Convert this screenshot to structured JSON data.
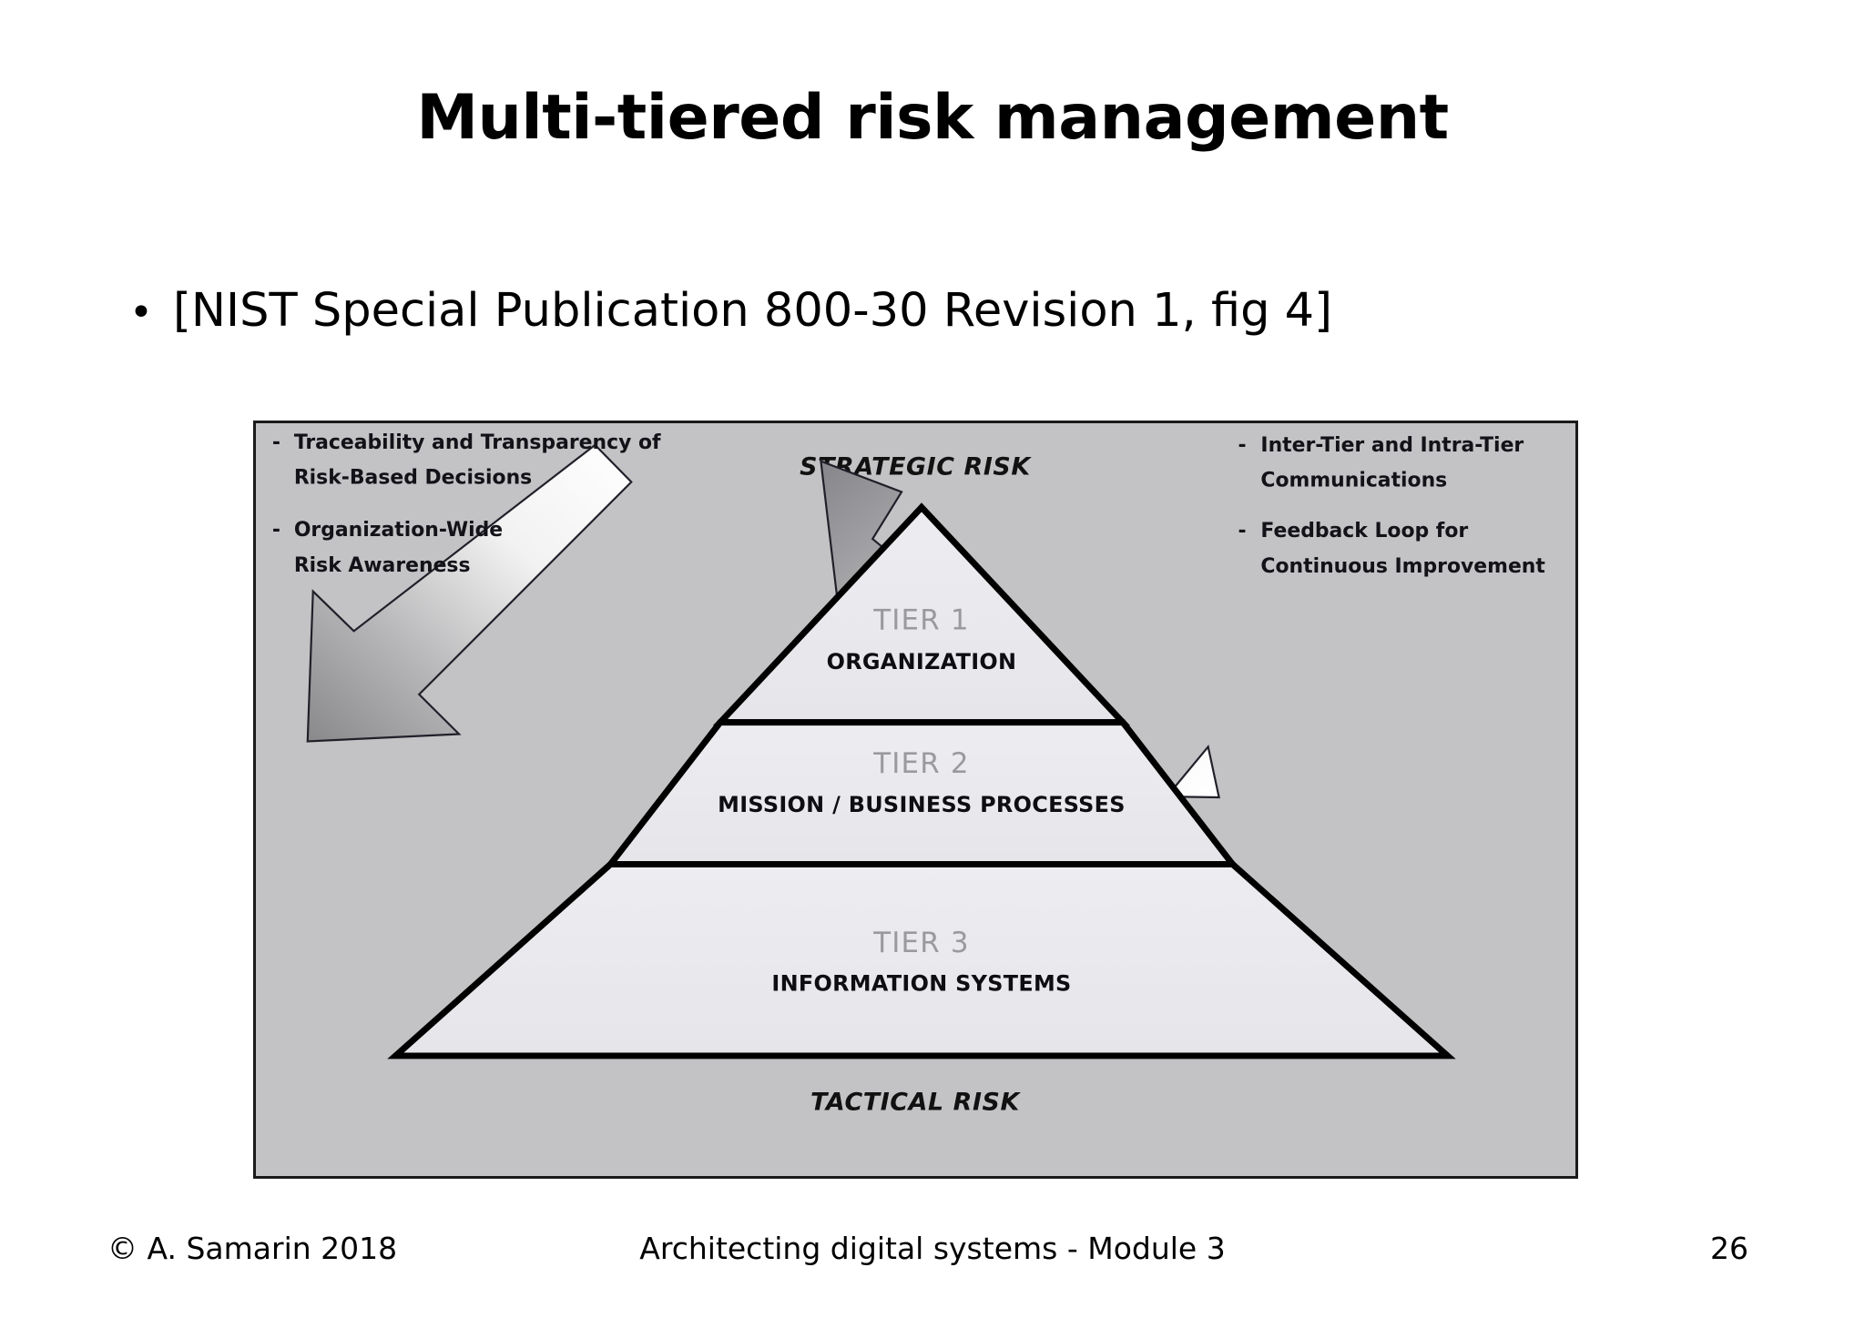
{
  "slide": {
    "title": "Multi-tiered risk management",
    "bullet_marker": "•",
    "bullet_text": "[NIST Special Publication 800-30 Revision 1, fig 4]"
  },
  "figure": {
    "top_label": "STRATEGIC RISK",
    "bottom_label": "TACTICAL RISK",
    "tiers": [
      {
        "tier": "TIER 1",
        "name": "ORGANIZATION"
      },
      {
        "tier": "TIER 2",
        "name": "MISSION / BUSINESS PROCESSES"
      },
      {
        "tier": "TIER 3",
        "name": "INFORMATION SYSTEMS"
      }
    ],
    "left_notes": [
      {
        "dash": "-",
        "line1": "Traceability and Transparency of",
        "line2": "Risk-Based Decisions"
      },
      {
        "dash": "-",
        "line1": "Organization-Wide",
        "line2": "Risk Awareness"
      }
    ],
    "right_notes": [
      {
        "dash": "-",
        "line1": "Inter-Tier and Intra-Tier",
        "line2": "Communications"
      },
      {
        "dash": "-",
        "line1": "Feedback Loop for",
        "line2": "Continuous Improvement"
      }
    ],
    "colors": {
      "panel_background": "#c3c3c5",
      "panel_border": "#1a1a1a",
      "pyramid_fill": "#eaeaee",
      "pyramid_stroke": "#000000",
      "tier_label": "#9a9a9d",
      "arrow_light": "#ffffff",
      "arrow_dark": "#8d8d90"
    }
  },
  "footer": {
    "copyright": "© A. Samarin 2018",
    "course": "Architecting digital systems - Module 3",
    "page_number": "26"
  }
}
